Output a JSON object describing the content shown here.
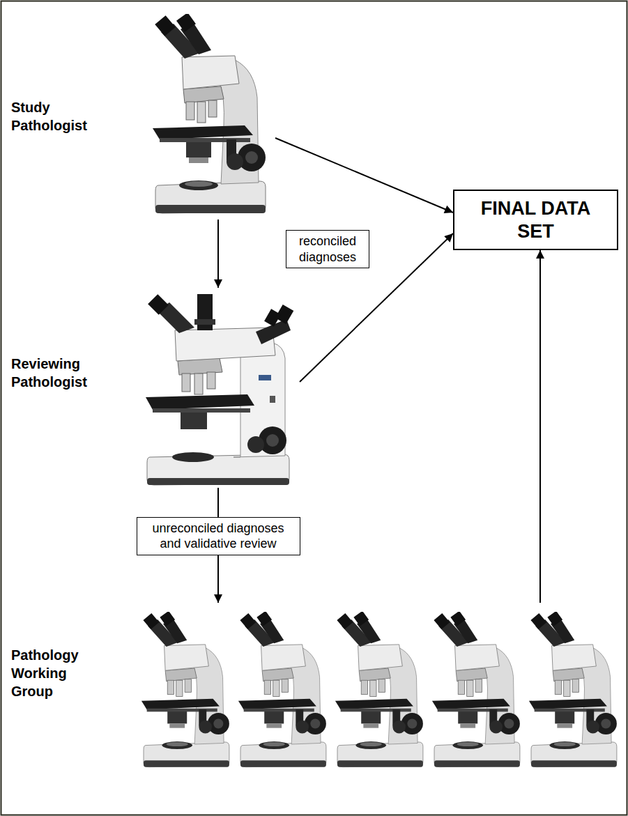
{
  "diagram": {
    "nodes": [
      {
        "text": [
          "Study Pathologist"
        ]
      },
      {
        "text": [
          "FINAL DATA SET"
        ]
      },
      {
        "text": [
          "Reviewing Pathologist"
        ]
      },
      {
        "text": [
          "Pathology Working Group"
        ]
      }
    ],
    "edges": [
      {
        "from": 0,
        "to": 1,
        "arrow": "to"
      },
      {
        "from": 0,
        "to": 2,
        "arrow": "to"
      },
      {
        "from": 2,
        "to": 1,
        "arrow": "to"
      },
      {
        "from": 2,
        "to": 3,
        "label": "unreconciled diagnoses and validative review",
        "arrow": "to"
      },
      {
        "from": 3,
        "to": 1,
        "arrow": "to"
      }
    ],
    "labels": [
      "reconciled diagnoses"
    ]
  }
}
